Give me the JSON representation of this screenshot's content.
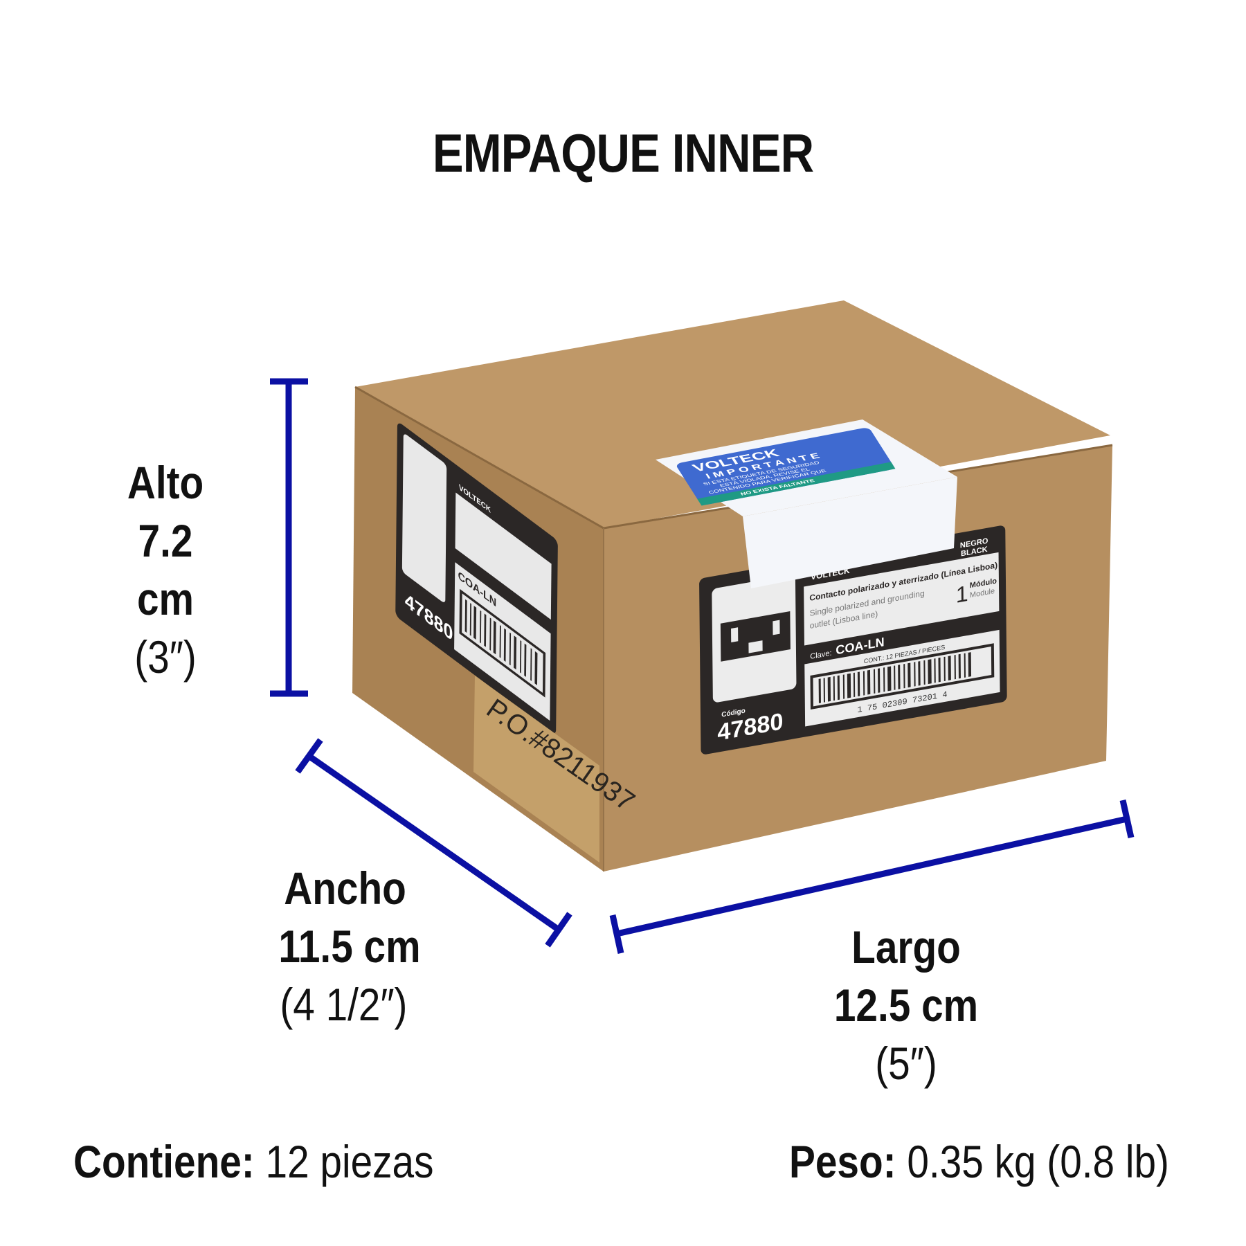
{
  "title": "EMPAQUE INNER",
  "dimensions": {
    "alto": {
      "label": "Alto",
      "metric": "7.2 cm",
      "imperial": "(3″)"
    },
    "ancho": {
      "label": "Ancho",
      "metric": "11.5 cm",
      "imperial": "(4 1/2″)"
    },
    "largo": {
      "label": "Largo",
      "metric": "12.5 cm",
      "imperial": "(5″)"
    }
  },
  "footer": {
    "contents_label": "Contiene:",
    "contents_value": "12 piezas",
    "weight_label": "Peso:",
    "weight_value": "0.35 kg (0.8 lb)"
  },
  "box_label": {
    "brand": "VOLTECK",
    "color_es": "NEGRO",
    "color_en": "BLACK",
    "desc_es": "Contacto polarizado y aterrizado (Línea Lisboa)",
    "desc_en_1": "Single polarized and grounding",
    "desc_en_2": "outlet (Lisboa line)",
    "modules_num": "1",
    "modules_es": "Módulo",
    "modules_en": "Module",
    "clave_label": "Clave:",
    "clave": "COA-LN",
    "cont": "CONT.:  12 PIEZAS / PIECES",
    "barcode": "1 75 02309 73201 4",
    "codigo_label": "Código",
    "codigo": "47880"
  },
  "seal": {
    "brand": "VOLTECK",
    "heading": "IMPORTANTE",
    "line1": "SI ESTA ETIQUETA DE SEGURIDAD",
    "line2": "ESTÁ VIOLADA, REVISE EL",
    "line3": "CONTENIDO PARA VERIFICAR QUE",
    "line4": "NO EXISTA FALTANTE"
  },
  "po_sticker": "P.O.#8211937",
  "colors": {
    "dimension_line": "#0b10a3",
    "cardboard": "#b48d5e",
    "label_dark": "#2b2726",
    "seal_blue": "#3f6ad0",
    "seal_green": "#1f9a84"
  }
}
